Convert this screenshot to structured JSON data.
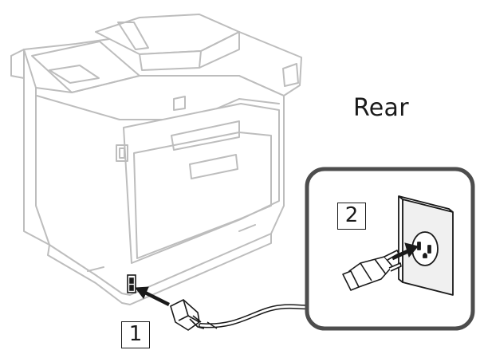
{
  "labels": {
    "view": "Rear"
  },
  "steps": [
    {
      "number": "1"
    },
    {
      "number": "2"
    }
  ],
  "colors": {
    "outline": "#bdbdbd",
    "line": "#1a1a1a",
    "callout_border": "#4d4d4d",
    "socket_face": "#f0f0f0"
  }
}
